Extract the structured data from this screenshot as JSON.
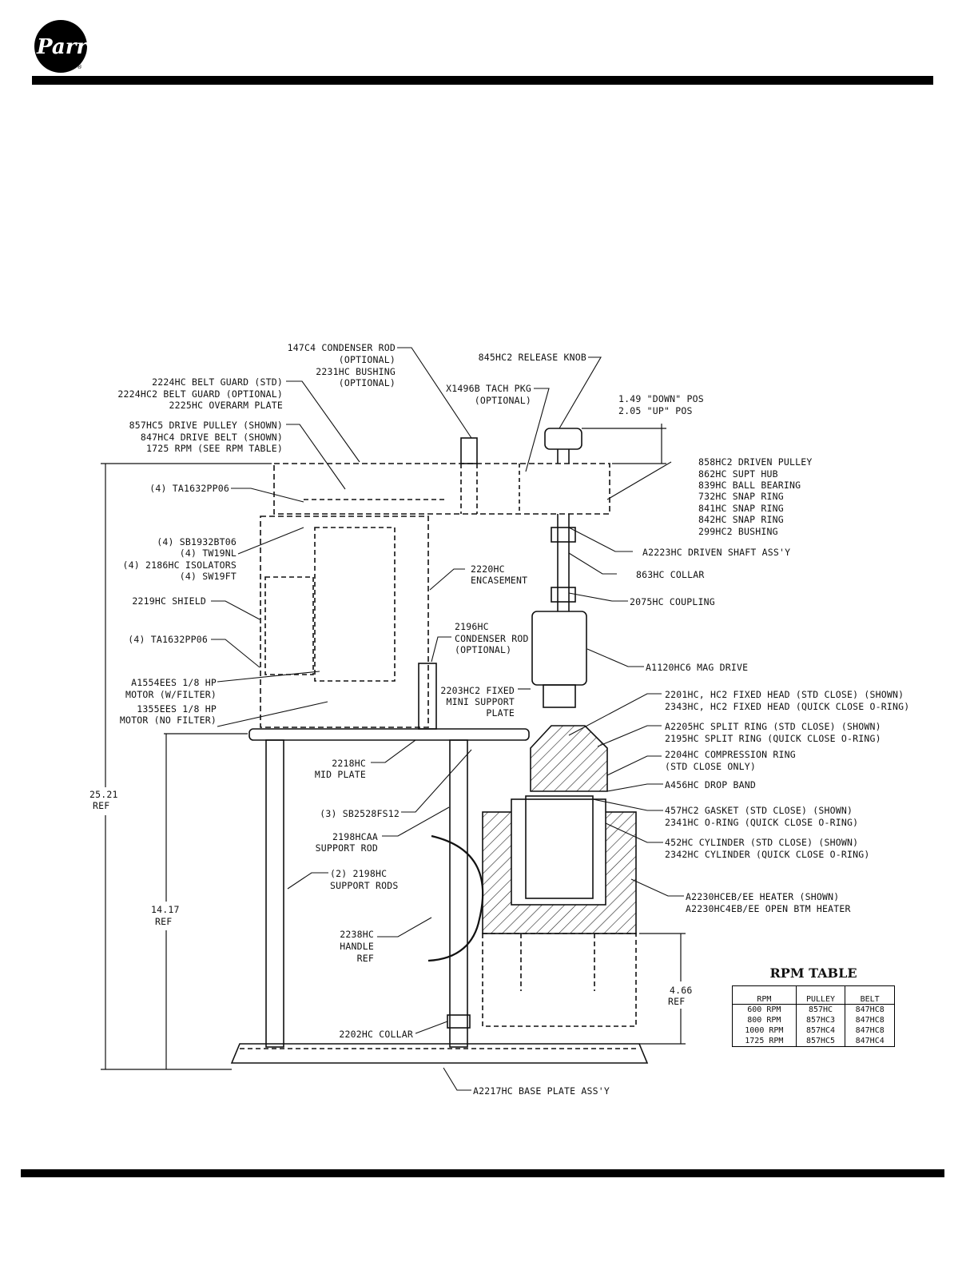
{
  "logo": {
    "text": "Parr",
    "registered": "®"
  },
  "labels": {
    "condenser_rod": "147C4 CONDENSER ROD",
    "condenser_rod_opt": "(OPTIONAL)",
    "bushing": "2231HC BUSHING",
    "bushing_opt": "(OPTIONAL)",
    "release_knob": "845HC2 RELEASE KNOB",
    "tach_pkg": "X1496B TACH PKG",
    "tach_opt": "(OPTIONAL)",
    "down_pos": "1.49 \"DOWN\" POS",
    "up_pos": "2.05 \"UP\" POS",
    "belt_guard_std": "2224HC BELT GUARD (STD)",
    "belt_guard_opt": "2224HC2 BELT GUARD (OPTIONAL)",
    "overarm_plate": "2225HC OVERARM PLATE",
    "drive_pulley": "857HC5 DRIVE PULLEY (SHOWN)",
    "drive_belt": "847HC4 DRIVE BELT (SHOWN)",
    "rpm_note": "1725 RPM   (SEE RPM TABLE)",
    "driven_pulley": "858HC2 DRIVEN PULLEY",
    "supt_hub": "862HC SUPT HUB",
    "ball_bearing": "839HC BALL BEARING",
    "snap_ring_1": "732HC SNAP RING",
    "snap_ring_2": "841HC SNAP RING",
    "snap_ring_3": "842HC SNAP RING",
    "bushing_2": "299HC2 BUSHING",
    "screws_top": "(4) TA1632PP06",
    "bolts": "(4) SB1932BT06",
    "washers": "(4) TW19NL",
    "isolators": "(4) 2186HC ISOLATORS",
    "lockwashers": "(4) SW19FT",
    "driven_shaft": "A2223HC DRIVEN SHAFT ASS'Y",
    "encasement_1": "2220HC",
    "encasement_2": "ENCASEMENT",
    "collar_863": "863HC COLLAR",
    "shield": "2219HC SHIELD",
    "coupling": "2075HC COUPLING",
    "condenser_rod2_1": "2196HC",
    "condenser_rod2_2": "CONDENSER ROD",
    "condenser_rod2_3": "(OPTIONAL)",
    "screws_mid": "(4) TA1632PP06",
    "mag_drive": "A1120HC6 MAG DRIVE",
    "motor_filter_1": "A1554EES 1/8 HP",
    "motor_filter_2": "MOTOR (W/FILTER)",
    "motor_nofilter_1": "1355EES 1/8 HP",
    "motor_nofilter_2": "MOTOR (NO FILTER)",
    "mini_support_1": "2203HC2 FIXED",
    "mini_support_2": "MINI SUPPORT",
    "mini_support_3": "PLATE",
    "fixed_head_1": "2201HC, HC2 FIXED HEAD (STD CLOSE) (SHOWN)",
    "fixed_head_2": "2343HC, HC2 FIXED HEAD (QUICK CLOSE O-RING)",
    "split_ring_1": "A2205HC SPLIT RING (STD CLOSE) (SHOWN)",
    "split_ring_2": "2195HC SPLIT RING (QUICK CLOSE O-RING)",
    "compression_1": "2204HC COMPRESSION RING",
    "compression_2": "(STD CLOSE ONLY)",
    "drop_band": "A456HC DROP BAND",
    "mid_plate_1": "2218HC",
    "mid_plate_2": "MID PLATE",
    "screws_low": "(3) SB2528FS12",
    "gasket_1": "457HC2 GASKET (STD CLOSE) (SHOWN)",
    "gasket_2": "2341HC O-RING (QUICK CLOSE O-RING)",
    "support_rod_1": "2198HCAA",
    "support_rod_2": "SUPPORT ROD",
    "cylinder_1": "452HC CYLINDER (STD CLOSE) (SHOWN)",
    "cylinder_2": "2342HC CYLINDER (QUICK CLOSE O-RING)",
    "support_rods_1": "(2) 2198HC",
    "support_rods_2": "SUPPORT RODS",
    "heater_1": "A2230HCEB/EE HEATER (SHOWN)",
    "heater_2": "A2230HC4EB/EE OPEN BTM HEATER",
    "handle_1": "2238HC",
    "handle_2": "HANDLE",
    "handle_3": "REF",
    "collar_2202": "2202HC COLLAR",
    "base_plate": "A2217HC BASE PLATE ASS'Y",
    "dim_total_1": "25.21",
    "dim_total_2": "REF",
    "dim_lower_1": "14.17",
    "dim_lower_2": "REF",
    "dim_heater_1": "4.66",
    "dim_heater_2": "REF"
  },
  "rpm_table": {
    "title": "RPM TABLE",
    "headers": [
      "RPM",
      "PULLEY",
      "BELT"
    ],
    "rows": [
      [
        "600 RPM",
        "857HC",
        "847HC8"
      ],
      [
        "800 RPM",
        "857HC3",
        "847HC8"
      ],
      [
        "1000 RPM",
        "857HC4",
        "847HC8"
      ],
      [
        "1725 RPM",
        "857HC5",
        "847HC4"
      ]
    ]
  }
}
